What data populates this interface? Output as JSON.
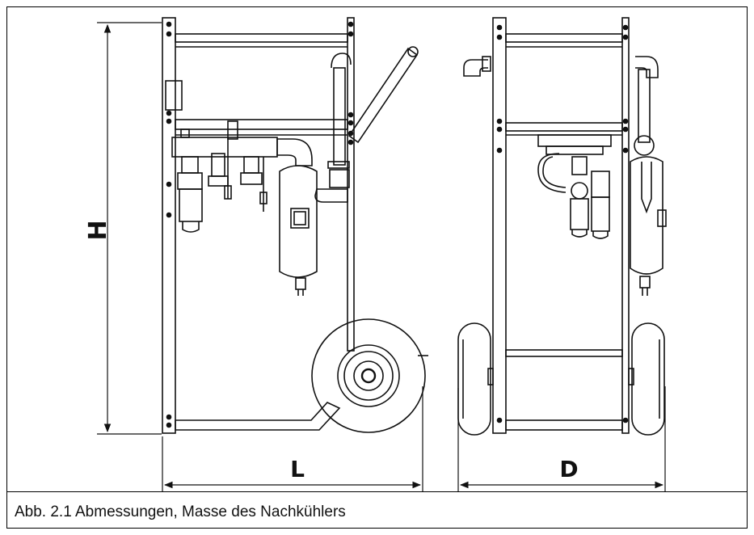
{
  "figure": {
    "caption": "Abb. 2.1 Abmessungen, Masse des Nachkühlers",
    "dimensions": {
      "height_label": "H",
      "length_label": "L",
      "depth_label": "D"
    },
    "colors": {
      "line": "#111111",
      "background": "#ffffff"
    }
  }
}
